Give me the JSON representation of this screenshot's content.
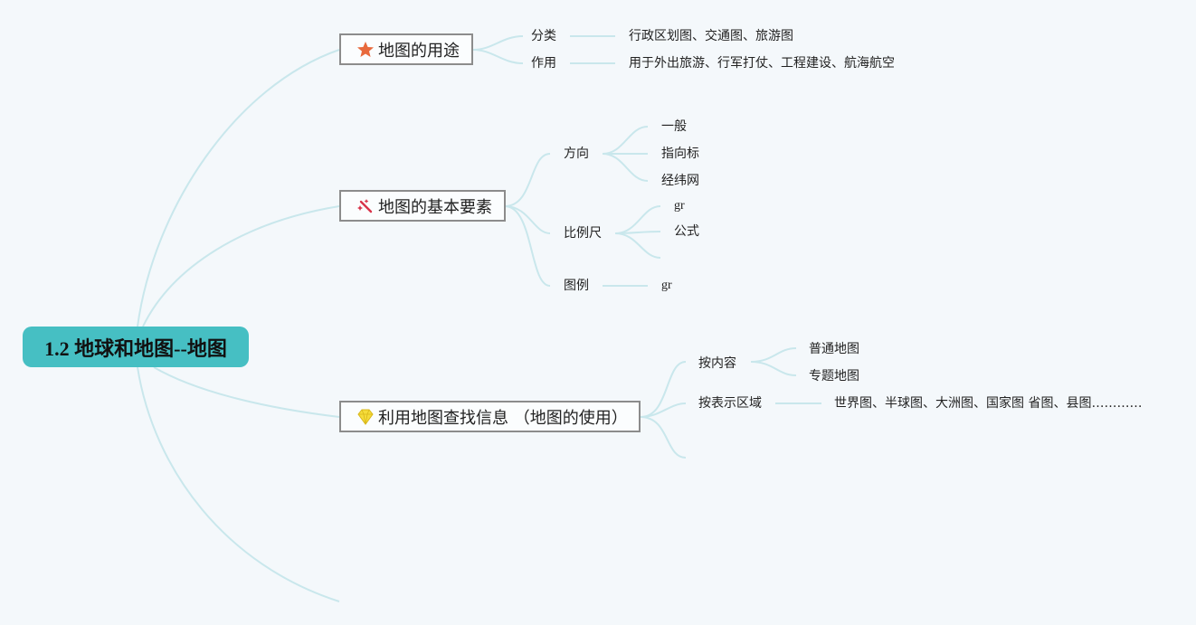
{
  "root": {
    "title": "1.2 地球和地图--地图"
  },
  "branches": [
    {
      "label": "地图的用途",
      "icon": "star-icon"
    },
    {
      "label": "地图的基本要素",
      "icon": "magic-wand-icon"
    },
    {
      "label": "利用地图查找信息 （地图的使用）",
      "icon": "diamond-icon"
    }
  ],
  "uses": {
    "category": {
      "label": "分类",
      "value": "行政区划图、交通图、旅游图"
    },
    "function": {
      "label": "作用",
      "value": "用于外出旅游、行军打仗、工程建设、航海航空"
    }
  },
  "elements": {
    "direction": {
      "label": "方向",
      "items": [
        "一般",
        "指向标",
        "经纬网"
      ]
    },
    "scale": {
      "label": "比例尺",
      "items": [
        "gr",
        "公式"
      ]
    },
    "legend": {
      "label": "图例",
      "item": "gr"
    }
  },
  "usage": {
    "by_content": {
      "label": "按内容",
      "items": [
        "普通地图",
        "专题地图"
      ]
    },
    "by_region": {
      "label": "按表示区域",
      "value": "世界图、半球图、大洲图、国家图 省图、县图…………"
    }
  },
  "colors": {
    "root_fill": "#46bfc3",
    "line": "#c9e7ec",
    "branch_border": "#8c8c8c",
    "background": "#f4f8fb"
  }
}
